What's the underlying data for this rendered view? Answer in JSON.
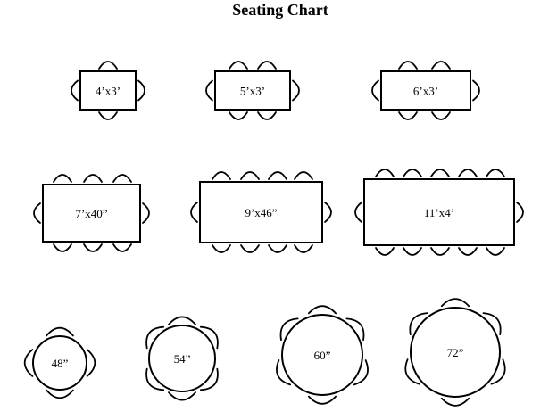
{
  "title": "Seating Chart",
  "tables": [
    {
      "shape": "rect",
      "label": "4’x3’"
    },
    {
      "shape": "rect",
      "label": "5’x3’"
    },
    {
      "shape": "rect",
      "label": "6’x3’"
    },
    {
      "shape": "rect",
      "label": "7’x40”"
    },
    {
      "shape": "rect",
      "label": "9’x46”"
    },
    {
      "shape": "rect",
      "label": "11’x4’"
    },
    {
      "shape": "round",
      "label": "48”"
    },
    {
      "shape": "round",
      "label": "54”"
    },
    {
      "shape": "round",
      "label": "60”"
    },
    {
      "shape": "round",
      "label": "72”"
    }
  ]
}
